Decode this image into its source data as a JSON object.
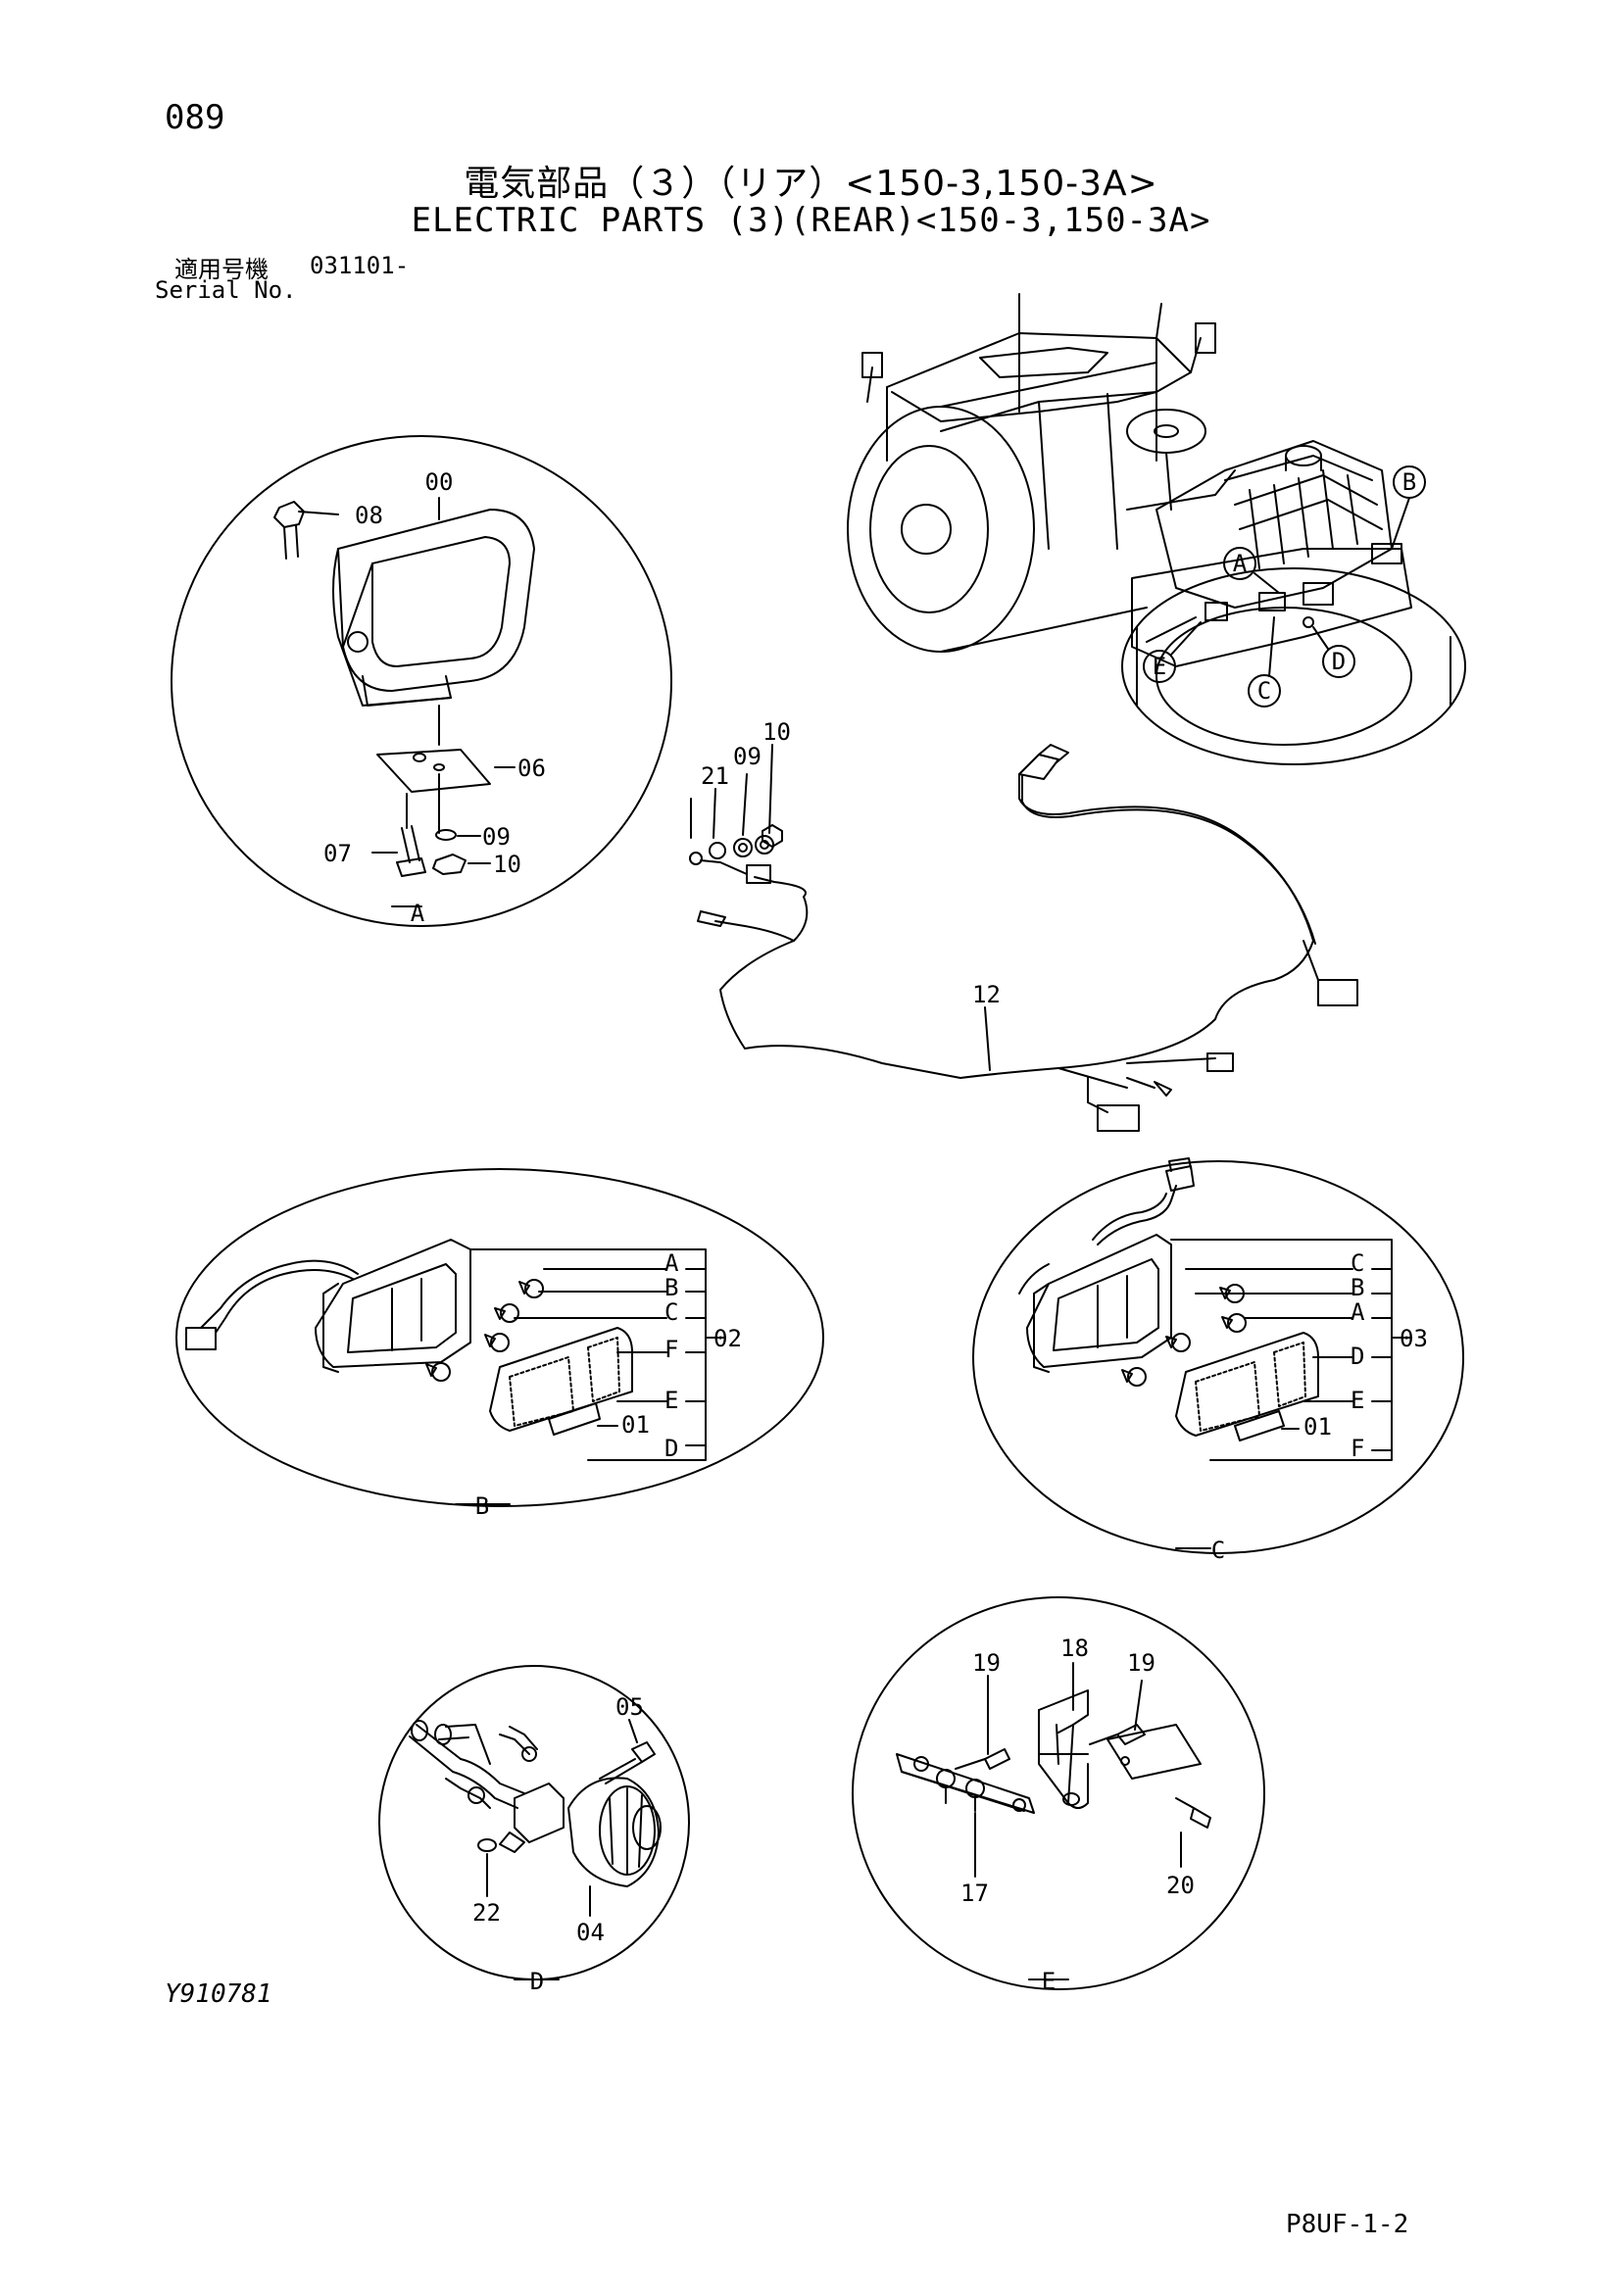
{
  "header": {
    "page_number": "089",
    "title_jp": "電気部品（３）（リア）<150-3,150-3A>",
    "title_en": "ELECTRIC PARTS (3)(REAR)<150-3,150-3A>",
    "serial_label_jp": "適用号機",
    "serial_value": "031101-",
    "serial_label_en": "Serial No."
  },
  "footer": {
    "drawing_number": "Y910781",
    "sheet_code": "P8UF-1-2"
  },
  "machine": {
    "callouts": [
      "A",
      "B",
      "C",
      "D",
      "E"
    ]
  },
  "harness": {
    "part_numbers": [
      "10",
      "09",
      "21",
      "12"
    ]
  },
  "detail_a": {
    "label": "A",
    "part_numbers": [
      "00",
      "08",
      "06",
      "09",
      "07",
      "10"
    ]
  },
  "detail_b": {
    "label": "B",
    "assembly_number": "02",
    "letters": [
      "A",
      "B",
      "C",
      "F",
      "E",
      "D"
    ],
    "lens_part": "01"
  },
  "detail_c": {
    "label": "C",
    "assembly_number": "03",
    "letters": [
      "C",
      "B",
      "A",
      "D",
      "E",
      "F"
    ],
    "lens_part": "01"
  },
  "detail_d": {
    "label": "D",
    "part_numbers": [
      "05",
      "22",
      "04"
    ]
  },
  "detail_e": {
    "label": "E",
    "part_numbers": [
      "18",
      "19",
      "19",
      "17",
      "20"
    ]
  }
}
